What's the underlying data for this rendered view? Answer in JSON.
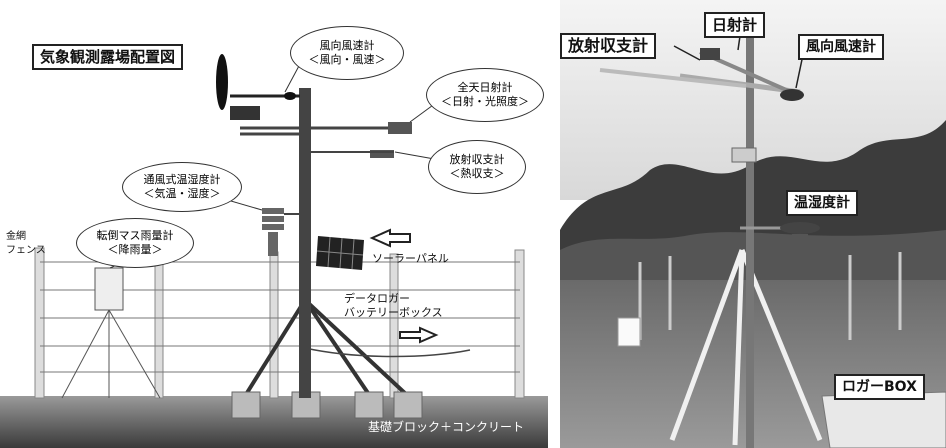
{
  "left_panel": {
    "title": "気象観測露場配置図",
    "callouts": {
      "wind": {
        "line1": "風向風速計",
        "line2": "＜風向・風速＞"
      },
      "solar": {
        "line1": "全天日射計",
        "line2": "＜日射・光照度＞"
      },
      "radiation": {
        "line1": "放射収支計",
        "line2": "＜熱収支＞"
      },
      "humidity": {
        "line1": "通風式温湿度計",
        "line2": "＜気温・湿度＞"
      },
      "rain": {
        "line1": "転倒マス雨量計",
        "line2": "＜降雨量＞"
      }
    },
    "fence_label": {
      "line1": "金網",
      "line2": "フェンス"
    },
    "solar_panel_label": "ソーラーパネル",
    "logger_label": {
      "line1": "データロガー",
      "line2": "バッテリーボックス"
    },
    "base_label": "基礎ブロック＋コンクリート"
  },
  "right_panel": {
    "labels": {
      "radiation_meter": "放射収支計",
      "pyranometer": "日射計",
      "anemometer": "風向風速計",
      "thermo_hygrometer": "温湿度計",
      "logger_box": "ロガーBOX"
    }
  }
}
